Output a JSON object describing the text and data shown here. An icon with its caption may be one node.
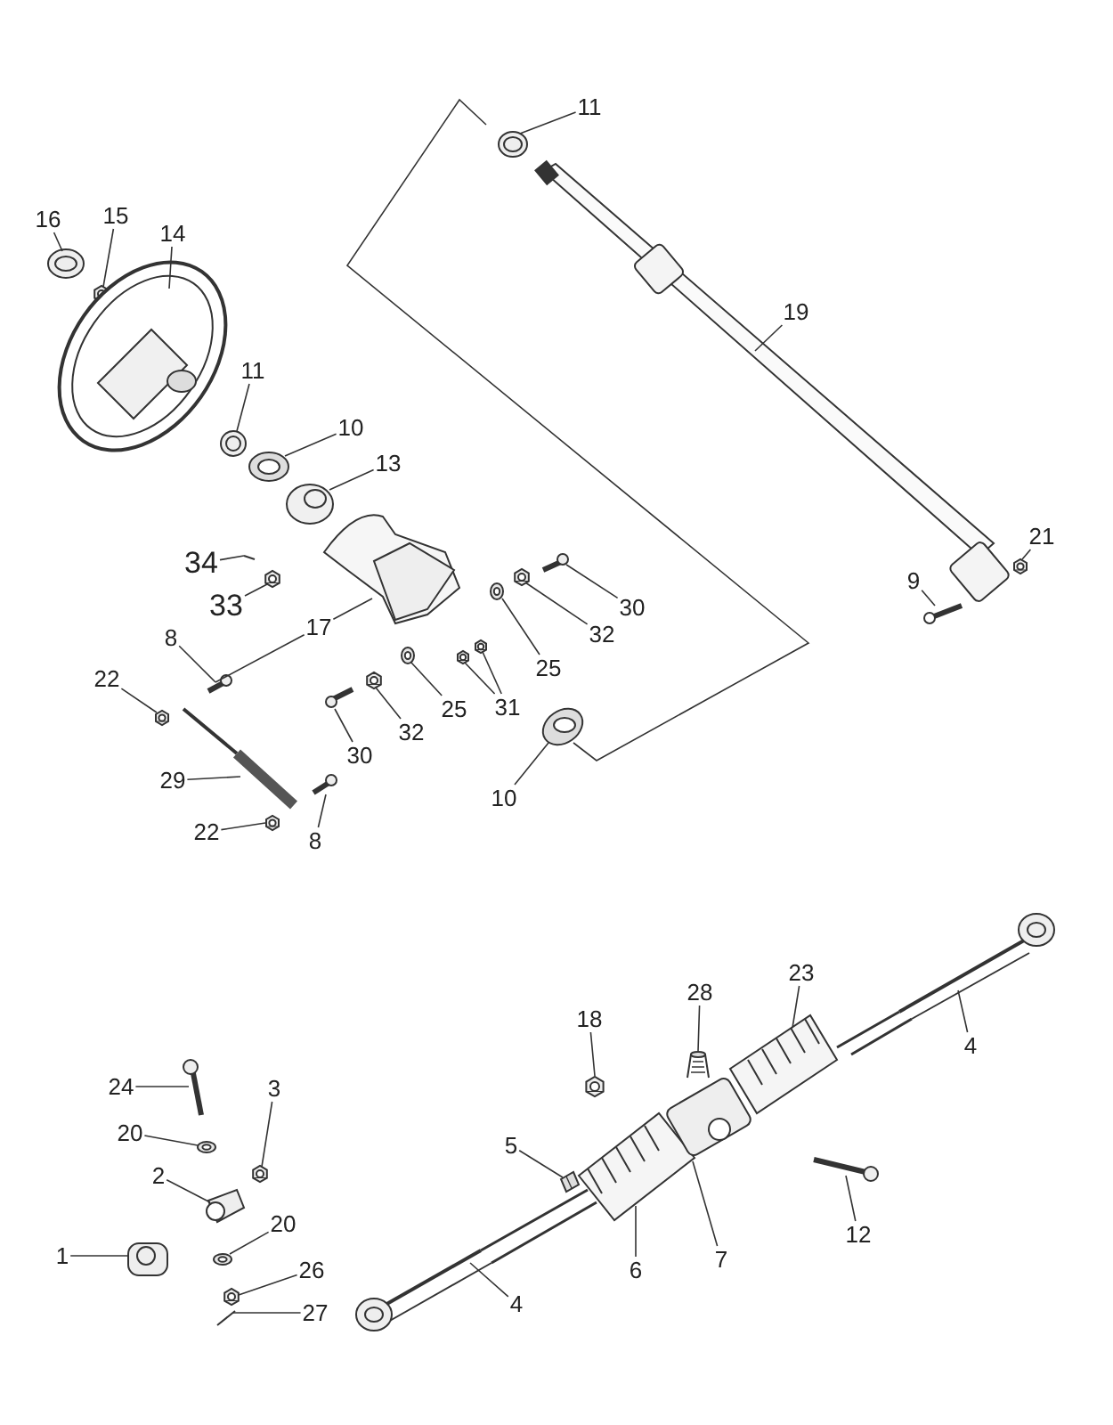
{
  "diagram": {
    "nodes": [
      {
        "text": [
          "11"
        ]
      },
      {
        "text": [
          "16"
        ]
      },
      {
        "text": [
          "15"
        ]
      },
      {
        "text": [
          "14"
        ]
      },
      {
        "text": [
          "11"
        ]
      },
      {
        "text": [
          "10"
        ]
      },
      {
        "text": [
          "13"
        ]
      },
      {
        "text": [
          "34"
        ]
      },
      {
        "text": [
          "33"
        ]
      },
      {
        "text": [
          "17"
        ]
      },
      {
        "text": [
          "8"
        ]
      },
      {
        "text": [
          "22"
        ]
      },
      {
        "text": [
          "29"
        ]
      },
      {
        "text": [
          "22"
        ]
      },
      {
        "text": [
          "8"
        ]
      },
      {
        "text": [
          "30"
        ]
      },
      {
        "text": [
          "32"
        ]
      },
      {
        "text": [
          "25"
        ]
      },
      {
        "text": [
          "31"
        ]
      },
      {
        "text": [
          "10"
        ]
      },
      {
        "text": [
          "25"
        ]
      },
      {
        "text": [
          "32"
        ]
      },
      {
        "text": [
          "30"
        ]
      },
      {
        "text": [
          "19"
        ]
      },
      {
        "text": [
          "9"
        ]
      },
      {
        "text": [
          "21"
        ]
      },
      {
        "text": [
          "24"
        ]
      },
      {
        "text": [
          "20"
        ]
      },
      {
        "text": [
          "3"
        ]
      },
      {
        "text": [
          "2"
        ]
      },
      {
        "text": [
          "20"
        ]
      },
      {
        "text": [
          "1"
        ]
      },
      {
        "text": [
          "26"
        ]
      },
      {
        "text": [
          "27"
        ]
      },
      {
        "text": [
          "18"
        ]
      },
      {
        "text": [
          "28"
        ]
      },
      {
        "text": [
          "23"
        ]
      },
      {
        "text": [
          "4"
        ]
      },
      {
        "text": [
          "5"
        ]
      },
      {
        "text": [
          "6"
        ]
      },
      {
        "text": [
          "7"
        ]
      },
      {
        "text": [
          "12"
        ]
      },
      {
        "text": [
          "4"
        ]
      },
      {
        "text": [],
        "shape": "picture"
      },
      {
        "text": [],
        "shape": "picture"
      },
      {
        "text": [],
        "shape": "picture"
      },
      {
        "text": [],
        "shape": "picture"
      },
      {
        "text": [],
        "shape": "picture"
      },
      {
        "text": [],
        "shape": "picture"
      },
      {
        "text": [],
        "shape": "picture"
      },
      {
        "text": [],
        "shape": "picture"
      },
      {
        "text": [],
        "shape": "picture"
      },
      {
        "text": [],
        "shape": "picture"
      },
      {
        "text": [],
        "shape": "picture"
      },
      {
        "text": [],
        "shape": "picture"
      },
      {
        "text": [],
        "shape": "picture"
      },
      {
        "text": [],
        "shape": "picture"
      },
      {
        "text": [],
        "shape": "picture"
      },
      {
        "text": [],
        "shape": "picture"
      },
      {
        "text": [],
        "shape": "picture"
      },
      {
        "text": [],
        "shape": "picture"
      },
      {
        "text": [],
        "shape": "picture"
      },
      {
        "text": [],
        "shape": "picture"
      },
      {
        "text": [],
        "shape": "picture"
      },
      {
        "text": [],
        "shape": "picture"
      },
      {
        "text": [],
        "shape": "picture"
      },
      {
        "text": [],
        "shape": "picture"
      },
      {
        "text": [],
        "shape": "picture"
      },
      {
        "text": [],
        "shape": "picture"
      },
      {
        "text": [],
        "shape": "picture"
      },
      {
        "text": [],
        "shape": "picture"
      },
      {
        "text": [],
        "shape": "picture"
      },
      {
        "text": [],
        "shape": "picture"
      },
      {
        "text": [],
        "shape": "picture"
      },
      {
        "text": [],
        "shape": "picture"
      },
      {
        "text": [],
        "shape": "picture"
      },
      {
        "text": [],
        "shape": "picture"
      },
      {
        "text": [],
        "shape": "picture"
      },
      {
        "text": [],
        "shape": "picture"
      },
      {
        "text": [],
        "shape": "picture"
      },
      {
        "text": [],
        "shape": "picture"
      },
      {
        "text": [],
        "shape": "picture"
      },
      {
        "text": [],
        "shape": "picture"
      },
      {
        "text": [],
        "shape": "picture"
      },
      {
        "text": [],
        "shape": "picture"
      },
      {
        "text": [],
        "shape": "picture"
      },
      {
        "text": [],
        "shape": "picture"
      }
    ],
    "edges": [
      {
        "from": 0,
        "to": 43,
        "arrow": "none"
      },
      {
        "from": 1,
        "to": 44,
        "arrow": "none"
      },
      {
        "from": 2,
        "to": 45,
        "arrow": "none"
      },
      {
        "from": 3,
        "to": 46,
        "arrow": "none"
      },
      {
        "from": 4,
        "to": 47,
        "arrow": "none"
      },
      {
        "from": 5,
        "to": 48,
        "arrow": "none"
      },
      {
        "from": 6,
        "to": 49,
        "arrow": "none"
      },
      {
        "from": 7,
        "to": 50,
        "arrow": "none"
      },
      {
        "from": 8,
        "to": 51,
        "arrow": "none"
      },
      {
        "from": 9,
        "to": 52,
        "arrow": "none"
      },
      {
        "from": 10,
        "to": 53,
        "arrow": "none"
      },
      {
        "from": 11,
        "to": 54,
        "arrow": "none"
      },
      {
        "from": 12,
        "to": 55,
        "arrow": "none"
      },
      {
        "from": 13,
        "to": 56,
        "arrow": "none"
      },
      {
        "from": 14,
        "to": 57,
        "arrow": "none"
      },
      {
        "from": 15,
        "to": 58,
        "arrow": "none"
      },
      {
        "from": 16,
        "to": 59,
        "arrow": "none"
      },
      {
        "from": 17,
        "to": 60,
        "arrow": "none"
      },
      {
        "from": 18,
        "to": 61,
        "arrow": "none"
      },
      {
        "from": 18,
        "to": 62,
        "arrow": "none"
      },
      {
        "from": 19,
        "to": 63,
        "arrow": "none"
      },
      {
        "from": 20,
        "to": 64,
        "arrow": "none"
      },
      {
        "from": 21,
        "to": 65,
        "arrow": "none"
      },
      {
        "from": 22,
        "to": 66,
        "arrow": "none"
      },
      {
        "from": 23,
        "to": 67,
        "arrow": "none"
      },
      {
        "from": 24,
        "to": 68,
        "arrow": "none"
      },
      {
        "from": 25,
        "to": 69,
        "arrow": "none"
      },
      {
        "from": 26,
        "to": 70,
        "arrow": "none"
      },
      {
        "from": 27,
        "to": 71,
        "arrow": "none"
      },
      {
        "from": 28,
        "to": 72,
        "arrow": "none"
      },
      {
        "from": 29,
        "to": 73,
        "arrow": "none"
      },
      {
        "from": 30,
        "to": 74,
        "arrow": "none"
      },
      {
        "from": 31,
        "to": 75,
        "arrow": "none"
      },
      {
        "from": 32,
        "to": 76,
        "arrow": "none"
      },
      {
        "from": 33,
        "to": 77,
        "arrow": "none"
      },
      {
        "from": 34,
        "to": 78,
        "arrow": "none"
      },
      {
        "from": 35,
        "to": 79,
        "arrow": "none"
      },
      {
        "from": 36,
        "to": 80,
        "arrow": "none"
      },
      {
        "from": 37,
        "to": 81,
        "arrow": "none"
      },
      {
        "from": 38,
        "to": 82,
        "arrow": "none"
      },
      {
        "from": 39,
        "to": 83,
        "arrow": "none"
      },
      {
        "from": 40,
        "to": 84,
        "arrow": "none"
      },
      {
        "from": 41,
        "to": 85,
        "arrow": "none"
      },
      {
        "from": 42,
        "to": 86,
        "arrow": "none"
      },
      {
        "from": 9,
        "to": 53,
        "arrow": "none"
      }
    ]
  }
}
